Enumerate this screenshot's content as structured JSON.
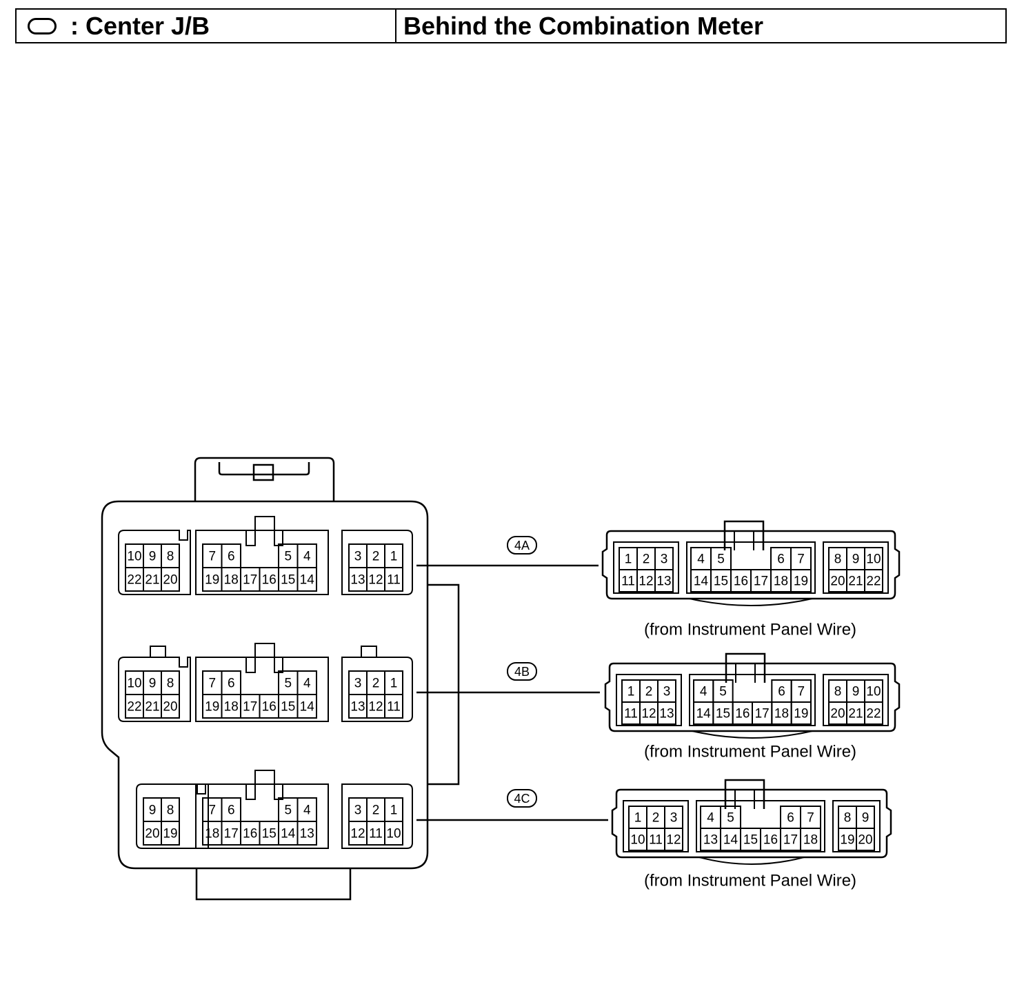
{
  "header": {
    "location_code_icon": "oval-icon",
    "title": ": Center J/B",
    "location": "Behind the Combination Meter"
  },
  "junction_block": {
    "rows": [
      {
        "left": {
          "top": [
            "10",
            "9",
            "8"
          ],
          "bottom": [
            "22",
            "21",
            "20"
          ]
        },
        "middle": {
          "top_left": [
            "7",
            "6"
          ],
          "top_right": [
            "5",
            "4"
          ],
          "bottom": [
            "19",
            "18",
            "17",
            "16",
            "15",
            "14"
          ]
        },
        "right": {
          "top": [
            "3",
            "2",
            "1"
          ],
          "bottom": [
            "13",
            "12",
            "11"
          ]
        }
      },
      {
        "left": {
          "top": [
            "10",
            "9",
            "8"
          ],
          "bottom": [
            "22",
            "21",
            "20"
          ]
        },
        "middle": {
          "top_left": [
            "7",
            "6"
          ],
          "top_right": [
            "5",
            "4"
          ],
          "bottom": [
            "19",
            "18",
            "17",
            "16",
            "15",
            "14"
          ]
        },
        "right": {
          "top": [
            "3",
            "2",
            "1"
          ],
          "bottom": [
            "13",
            "12",
            "11"
          ]
        }
      },
      {
        "left": {
          "top": [
            "9",
            "8"
          ],
          "bottom": [
            "20",
            "19"
          ]
        },
        "middle": {
          "top_left": [
            "7",
            "6"
          ],
          "top_right": [
            "5",
            "4"
          ],
          "bottom": [
            "18",
            "17",
            "16",
            "15",
            "14",
            "13"
          ]
        },
        "right": {
          "top": [
            "3",
            "2",
            "1"
          ],
          "bottom": [
            "12",
            "11",
            "10"
          ]
        }
      }
    ]
  },
  "connectors": [
    {
      "code": "4A",
      "caption": "(from Instrument Panel Wire)",
      "left": {
        "top": [
          "1",
          "2",
          "3"
        ],
        "bottom": [
          "11",
          "12",
          "13"
        ]
      },
      "middle": {
        "top_left": [
          "4",
          "5"
        ],
        "top_right": [
          "6",
          "7"
        ],
        "bottom": [
          "14",
          "15",
          "16",
          "17",
          "18",
          "19"
        ]
      },
      "right": {
        "top": [
          "8",
          "9",
          "10"
        ],
        "bottom": [
          "20",
          "21",
          "22"
        ]
      }
    },
    {
      "code": "4B",
      "caption": "(from Instrument Panel Wire)",
      "left": {
        "top": [
          "1",
          "2",
          "3"
        ],
        "bottom": [
          "11",
          "12",
          "13"
        ]
      },
      "middle": {
        "top_left": [
          "4",
          "5"
        ],
        "top_right": [
          "6",
          "7"
        ],
        "bottom": [
          "14",
          "15",
          "16",
          "17",
          "18",
          "19"
        ]
      },
      "right": {
        "top": [
          "8",
          "9",
          "10"
        ],
        "bottom": [
          "20",
          "21",
          "22"
        ]
      }
    },
    {
      "code": "4C",
      "caption": "(from Instrument Panel Wire)",
      "left": {
        "top": [
          "1",
          "2",
          "3"
        ],
        "bottom": [
          "10",
          "11",
          "12"
        ]
      },
      "middle": {
        "top_left": [
          "4",
          "5"
        ],
        "top_right": [
          "6",
          "7"
        ],
        "bottom": [
          "13",
          "14",
          "15",
          "16",
          "17",
          "18"
        ]
      },
      "right": {
        "top": [
          "8",
          "9"
        ],
        "bottom": [
          "19",
          "20"
        ]
      }
    }
  ]
}
